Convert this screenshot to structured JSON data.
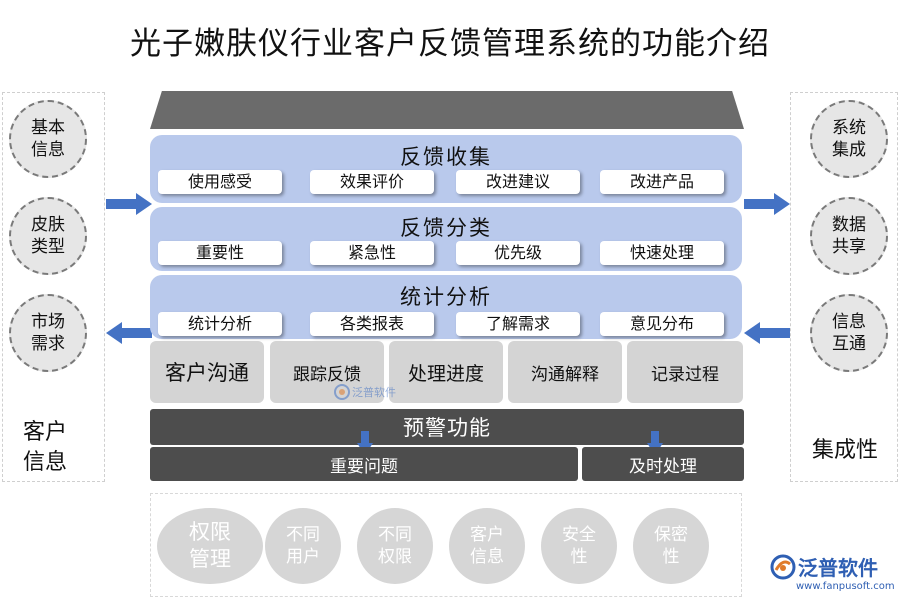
{
  "title": "光子嫩肤仪行业客户反馈管理系统的功能介绍",
  "left_panel": {
    "circles": [
      {
        "line1": "基本",
        "line2": "信息"
      },
      {
        "line1": "皮肤",
        "line2": "类型"
      },
      {
        "line1": "市场",
        "line2": "需求"
      }
    ],
    "label_line1": "客户",
    "label_line2": "信息"
  },
  "right_panel": {
    "circles": [
      {
        "line1": "系统",
        "line2": "集成"
      },
      {
        "line1": "数据",
        "line2": "共享"
      },
      {
        "line1": "信息",
        "line2": "互通"
      }
    ],
    "label": "集成性"
  },
  "bands": [
    {
      "title": "反馈收集",
      "items": [
        "使用感受",
        "效果评价",
        "改进建议",
        "改进产品"
      ]
    },
    {
      "title": "反馈分类",
      "items": [
        "重要性",
        "紧急性",
        "优先级",
        "快速处理"
      ]
    },
    {
      "title": "统计分析",
      "items": [
        "统计分析",
        "各类报表",
        "了解需求",
        "意见分布"
      ]
    }
  ],
  "communication": {
    "main": "客户沟通",
    "items": [
      "跟踪反馈",
      "处理进度",
      "沟通解释",
      "记录过程"
    ]
  },
  "alert": {
    "title": "预警功能",
    "left": "重要问题",
    "right": "及时处理"
  },
  "permissions": {
    "main_line1": "权限",
    "main_line2": "管理",
    "items": [
      {
        "line1": "不同",
        "line2": "用户"
      },
      {
        "line1": "不同",
        "line2": "权限"
      },
      {
        "line1": "客户",
        "line2": "信息"
      },
      {
        "line1": "安全",
        "line2": "性"
      },
      {
        "line1": "保密",
        "line2": "性"
      }
    ]
  },
  "watermark": "泛普软件",
  "logo": {
    "name": "泛普软件",
    "url": "www.fanpusoft.com"
  },
  "colors": {
    "band": "#b9c9ec",
    "arrow": "#4472c4",
    "dark": "#4d4d4d"
  }
}
